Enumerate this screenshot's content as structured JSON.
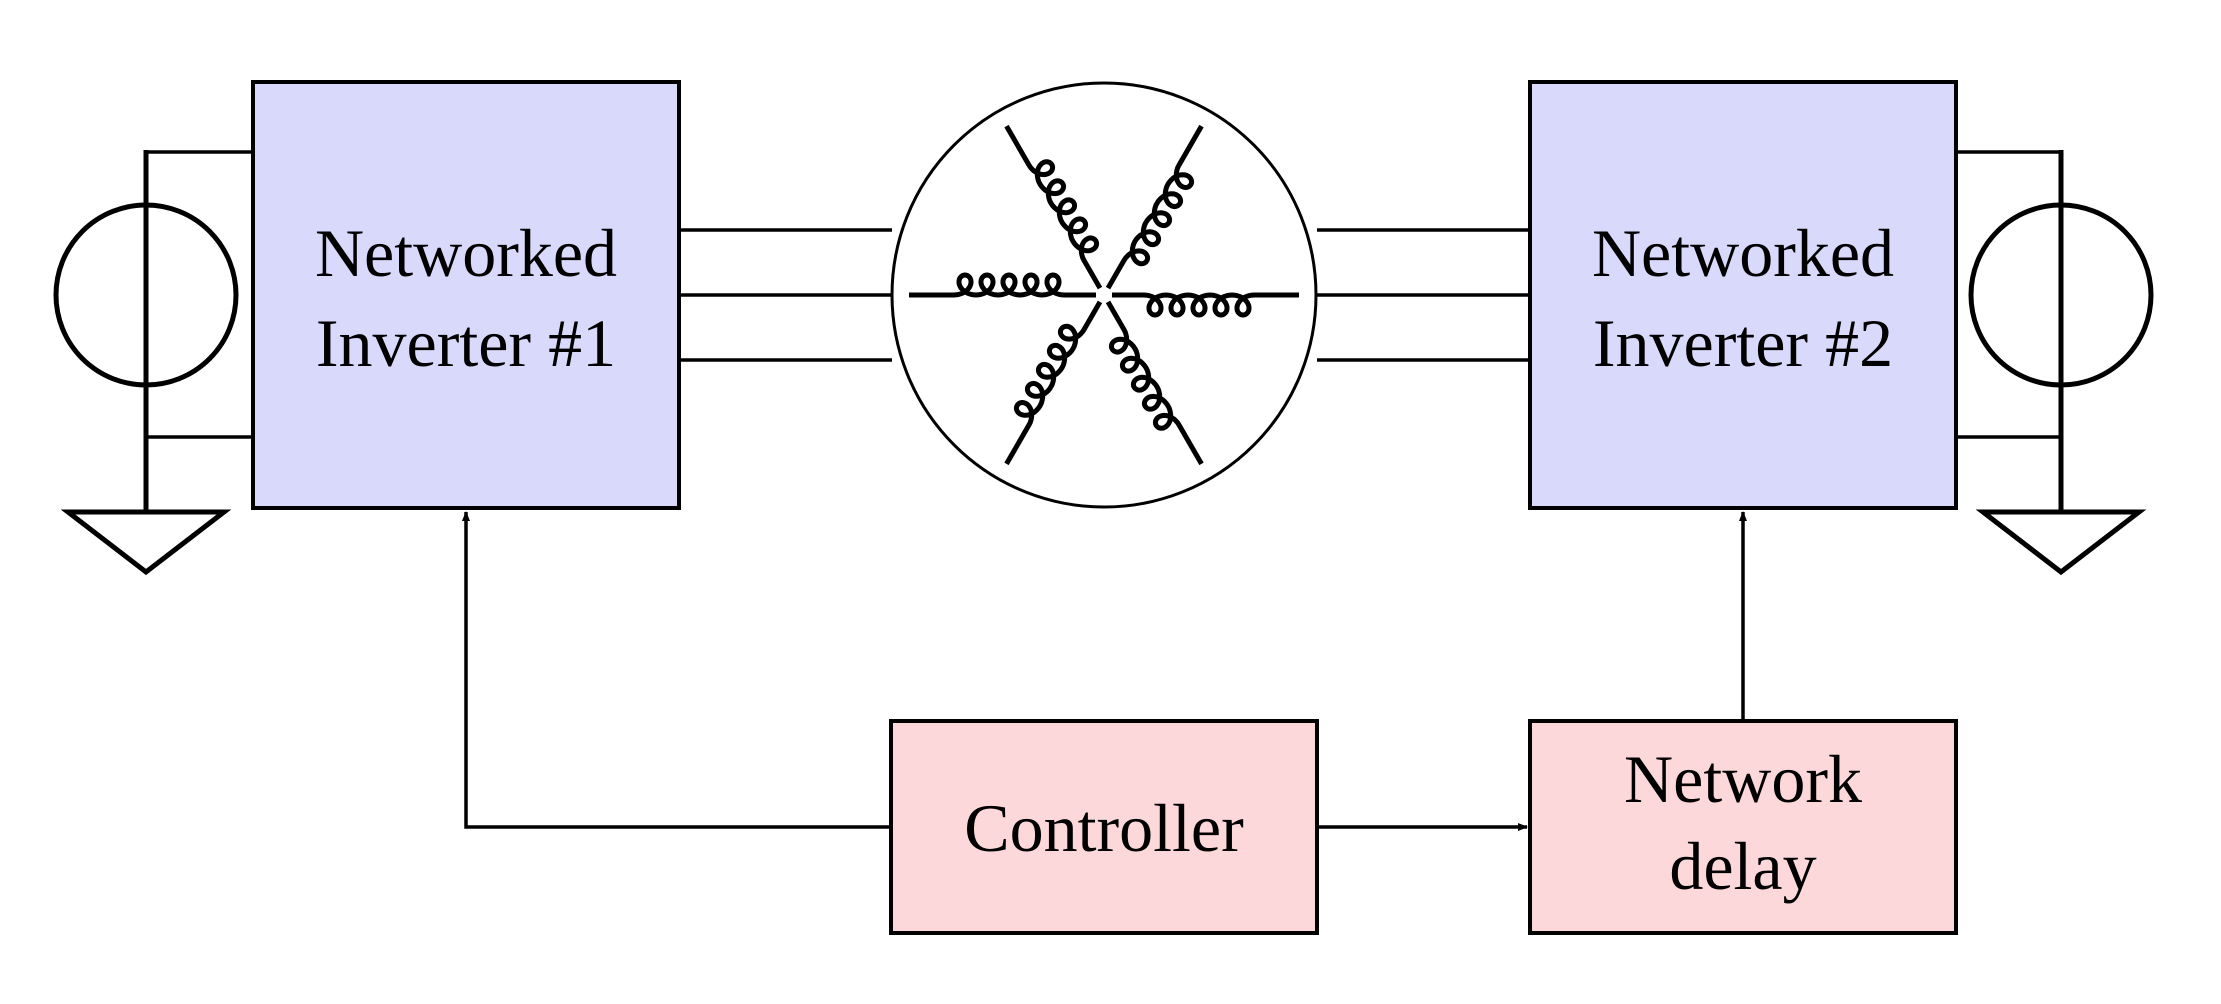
{
  "colors": {
    "inverter_fill": "#d9d9fb",
    "block_fill": "#fcd8da",
    "stroke": "#000000",
    "background": "#ffffff"
  },
  "inverter_1": {
    "line1": "Networked",
    "line2": "Inverter #1"
  },
  "inverter_2": {
    "line1": "Networked",
    "line2": "Inverter #2"
  },
  "controller": {
    "label": "Controller"
  },
  "network_delay": {
    "line1": "Network",
    "line2": "delay"
  },
  "icons": {
    "grid": "three-phase-coil-network-icon",
    "source": "current-source-icon",
    "ground": "ground-icon"
  }
}
